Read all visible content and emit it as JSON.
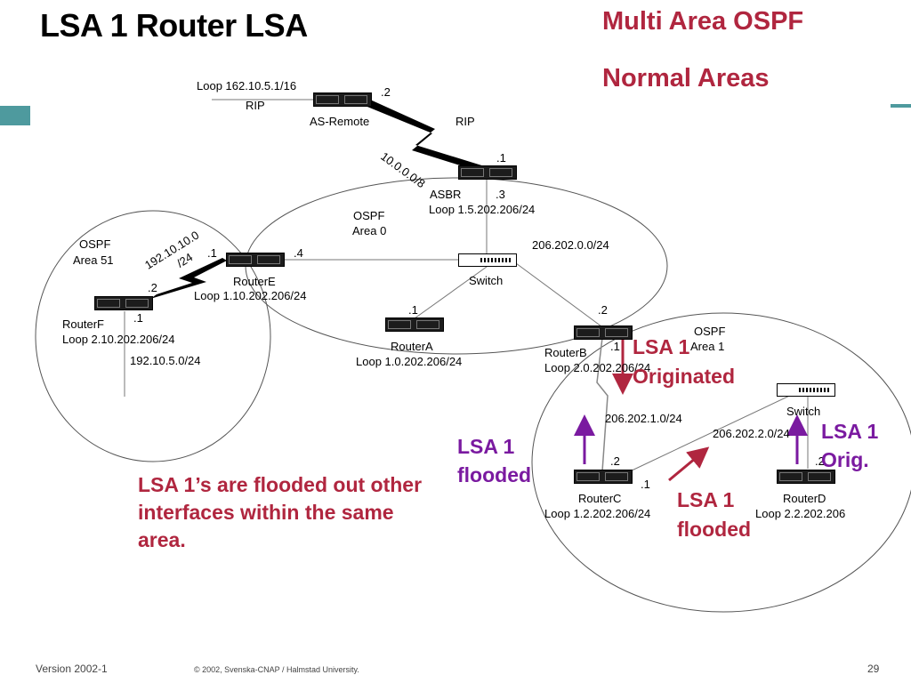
{
  "slide": {
    "title": "LSA 1 Router LSA",
    "subtitle_line1": "Multi Area OSPF",
    "subtitle_line2": "Normal Areas",
    "note": "LSA 1’s are flooded out other interfaces within the same area.",
    "footer_version": "Version 2002-1",
    "footer_copyright": "© 2002, Svenska-CNAP / Halmstad University.",
    "page_number": "29"
  },
  "routers": {
    "as_remote": {
      "name": "AS-Remote",
      "loop": "Loop 162.10.5.1/16",
      "intf": ".2"
    },
    "asbr": {
      "name": "ASBR",
      "loop": "Loop 1.5.202.206/24",
      "intf_serial": ".1",
      "intf_eth": ".3"
    },
    "router_e": {
      "name": "RouterE",
      "loop": "Loop 1.10.202.206/24",
      "intf_serial": ".1",
      "intf_eth": ".4"
    },
    "router_f": {
      "name": "RouterF",
      "loop": "Loop 2.10.202.206/24",
      "intf_serial": ".2",
      "intf_eth": ".1"
    },
    "router_a": {
      "name": "RouterA",
      "loop": "Loop 1.0.202.206/24",
      "intf": ".1"
    },
    "router_b": {
      "name": "RouterB",
      "loop": "Loop 2.0.202.206/24",
      "intf_top": ".2",
      "intf_bottom": ".1"
    },
    "router_c": {
      "name": "RouterC",
      "loop": "Loop 1.2.202.206/24",
      "intf_top": ".2",
      "intf_right": ".1"
    },
    "router_d": {
      "name": "RouterD",
      "loop": "Loop 2.2.202.206",
      "intf": ".2"
    }
  },
  "switches": {
    "area0": "Switch",
    "area1": "Switch"
  },
  "networks": {
    "rip_left": "RIP",
    "rip_right": "RIP",
    "wan_10": "10.0.0.0/8",
    "area0_lan": "206.202.0.0/24",
    "area51_serial_line1": "192.10.10.0",
    "area51_serial_line2": "/24",
    "area51_lan": "192.10.5.0/24",
    "area1_serial": "206.202.1.0/24",
    "area1_lan": "206.202.2.0/24"
  },
  "areas": {
    "area0": {
      "line1": "OSPF",
      "line2": "Area 0"
    },
    "area51": {
      "line1": "OSPF",
      "line2": "Area 51"
    },
    "area1": {
      "line1": "OSPF",
      "line2": "Area 1"
    }
  },
  "callouts": {
    "originated_line1": "LSA 1",
    "originated_line2": "Originated",
    "flooded_c_line1": "LSA 1",
    "flooded_c_line2": "flooded",
    "flooded_mid_line1": "LSA 1",
    "flooded_mid_line2": "flooded",
    "orig_d_line1": "LSA 1",
    "orig_d_line2": "Orig."
  },
  "colors": {
    "accent_red": "#b0263f",
    "accent_purple": "#7a1aa0",
    "tab_teal": "#4e9a9e"
  }
}
